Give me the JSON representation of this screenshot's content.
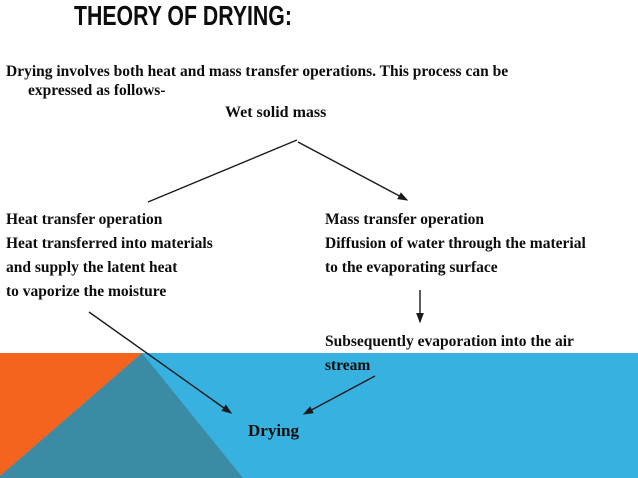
{
  "slide": {
    "title": "THEORY OF DRYING:",
    "intro_lines": [
      "Drying involves both heat and mass transfer operations. This process can be",
      "expressed as follows-"
    ],
    "wet_solid_mass": "Wet solid mass",
    "heat_column_lines": [
      "Heat transfer operation",
      "Heat transferred into materials",
      "and supply the latent heat",
      "to vaporize the moisture"
    ],
    "mass_column_lines": [
      "Mass transfer operation",
      "Diffusion of water through the material",
      "to the evaporating surface"
    ],
    "subsequent_lines": [
      "Subsequently evaporation into the air",
      "stream"
    ],
    "drying_label": "Drying"
  },
  "colors": {
    "accent_orange": "#f4641e",
    "accent_teal": "#3a8ba3",
    "accent_cyan": "#37b2e0",
    "line": "#1b1b1b",
    "text": "#0d0d0d"
  }
}
